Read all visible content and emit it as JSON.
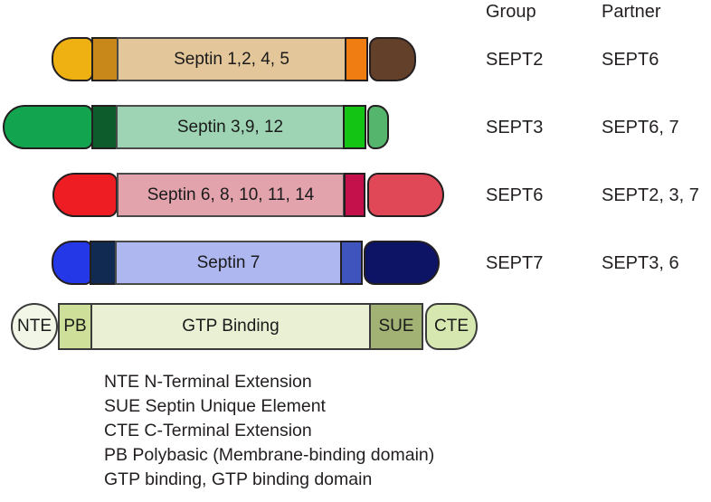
{
  "headers": {
    "group": "Group",
    "partner": "Partner"
  },
  "rows": [
    {
      "body_label": "Septin 1,2, 4, 5",
      "group": "SEPT2",
      "partner": "SEPT6",
      "colors": {
        "nte": "#eeb111",
        "pb": "#c8891a",
        "gtp": "#e3c79a",
        "sue": "#ef7d11",
        "cte": "#63402a"
      }
    },
    {
      "body_label": "Septin 3,9, 12",
      "group": "SEPT3",
      "partner": "SEPT6, 7",
      "colors": {
        "nte": "#13a44f",
        "pb": "#0d5d2c",
        "gtp": "#9ed4b3",
        "sue": "#13c414",
        "cte": "#55b56c"
      }
    },
    {
      "body_label": "Septin 6, 8, 10, 11, 14",
      "group": "SEPT6",
      "partner": "SEPT2, 3, 7",
      "colors": {
        "nte": "#ee1d23",
        "pb": "",
        "gtp": "#e3a3ad",
        "sue": "#c4104b",
        "cte": "#e04757"
      }
    },
    {
      "body_label": "Septin 7",
      "group": "SEPT7",
      "partner": "SEPT3, 6",
      "colors": {
        "nte": "#2538e8",
        "pb": "#102a51",
        "gtp": "#aeb7f0",
        "sue": "#4054bd",
        "cte": "#0d1466"
      }
    }
  ],
  "key": {
    "nte": "NTE",
    "pb": "PB",
    "gtp": "GTP Binding",
    "sue": "SUE",
    "cte": "CTE",
    "colors": {
      "nte": "#f2f6e6",
      "pb": "#cddf98",
      "gtp": "#e9f0d4",
      "sue": "#a2b274",
      "cte": "#d6e8b0"
    }
  },
  "legend": [
    "NTE N-Terminal Extension",
    "SUE Septin Unique Element",
    "CTE C-Terminal Extension",
    "PB Polybasic (Membrane-binding domain)",
    "GTP binding, GTP binding domain"
  ]
}
